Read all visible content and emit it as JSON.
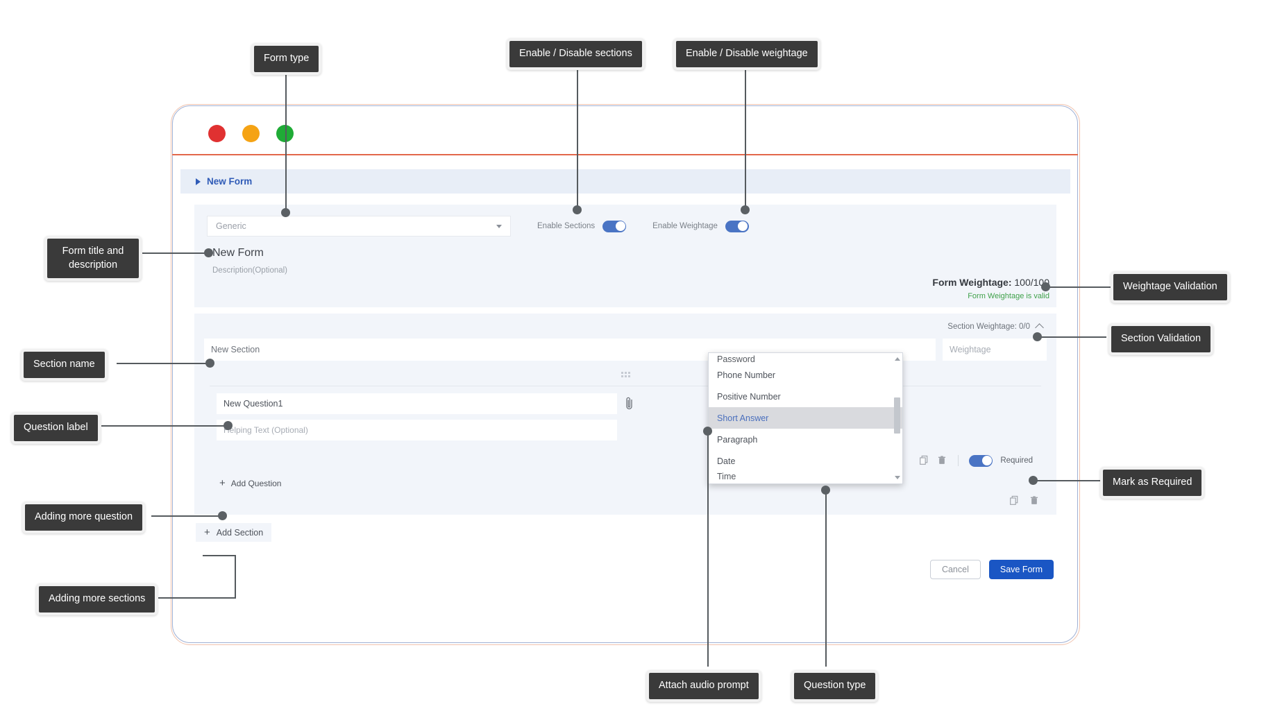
{
  "window": {
    "dots": [
      "close-red",
      "minimize-amber",
      "maximize-green"
    ]
  },
  "breadcrumb": {
    "label": "New Form"
  },
  "form": {
    "type_value": "Generic",
    "title": "New Form",
    "description_placeholder": "Description(Optional)",
    "enable_sections_label": "Enable Sections",
    "enable_sections_on": true,
    "enable_weightage_label": "Enable Weightage",
    "enable_weightage_on": true,
    "form_weightage_label": "Form Weightage:",
    "form_weightage_value": "100/100",
    "form_weightage_valid": "Form Weightage is valid"
  },
  "section": {
    "weightage_label": "Section Weightage: 0/0",
    "name_value": "New Section",
    "weightage_placeholder": "Weightage",
    "add_question_label": "Add Question",
    "add_section_label": "Add Section"
  },
  "question": {
    "label_value": "New Question1",
    "helping_text_placeholder": "Helping Text (Optional)",
    "required_label": "Required",
    "attach_icon": "paperclip-icon",
    "copy_icon": "copy-icon",
    "delete_icon": "trash-icon",
    "required_on": true
  },
  "question_type_dropdown": {
    "options": [
      "Password",
      "Phone Number",
      "Positive Number",
      "Short Answer",
      "Paragraph",
      "Date",
      "Time"
    ],
    "selected": "Short Answer"
  },
  "footer": {
    "cancel_label": "Cancel",
    "save_label": "Save Form"
  },
  "annotations": {
    "form_type": "Form type",
    "enable_sections": "Enable / Disable sections",
    "enable_weightage": "Enable / Disable weightage",
    "form_title_desc": "Form title and description",
    "weightage_validation": "Weightage Validation",
    "section_validation": "Section Validation",
    "section_name": "Section name",
    "question_label": "Question label",
    "mark_as_required": "Mark as Required",
    "adding_more_question": "Adding more question",
    "adding_more_sections": "Adding more sections",
    "attach_audio_prompt": "Attach audio prompt",
    "question_type": "Question type"
  },
  "colors": {
    "accent_blue": "#1a56c4",
    "toggle_blue": "#4a74c4",
    "valid_green": "#3fa14a",
    "breadcrumb_blue": "#2f5bb7",
    "annotation_bg": "#3a3a3a",
    "frame_blue": "#9fb0d4",
    "frame_orange": "#e2674a"
  }
}
